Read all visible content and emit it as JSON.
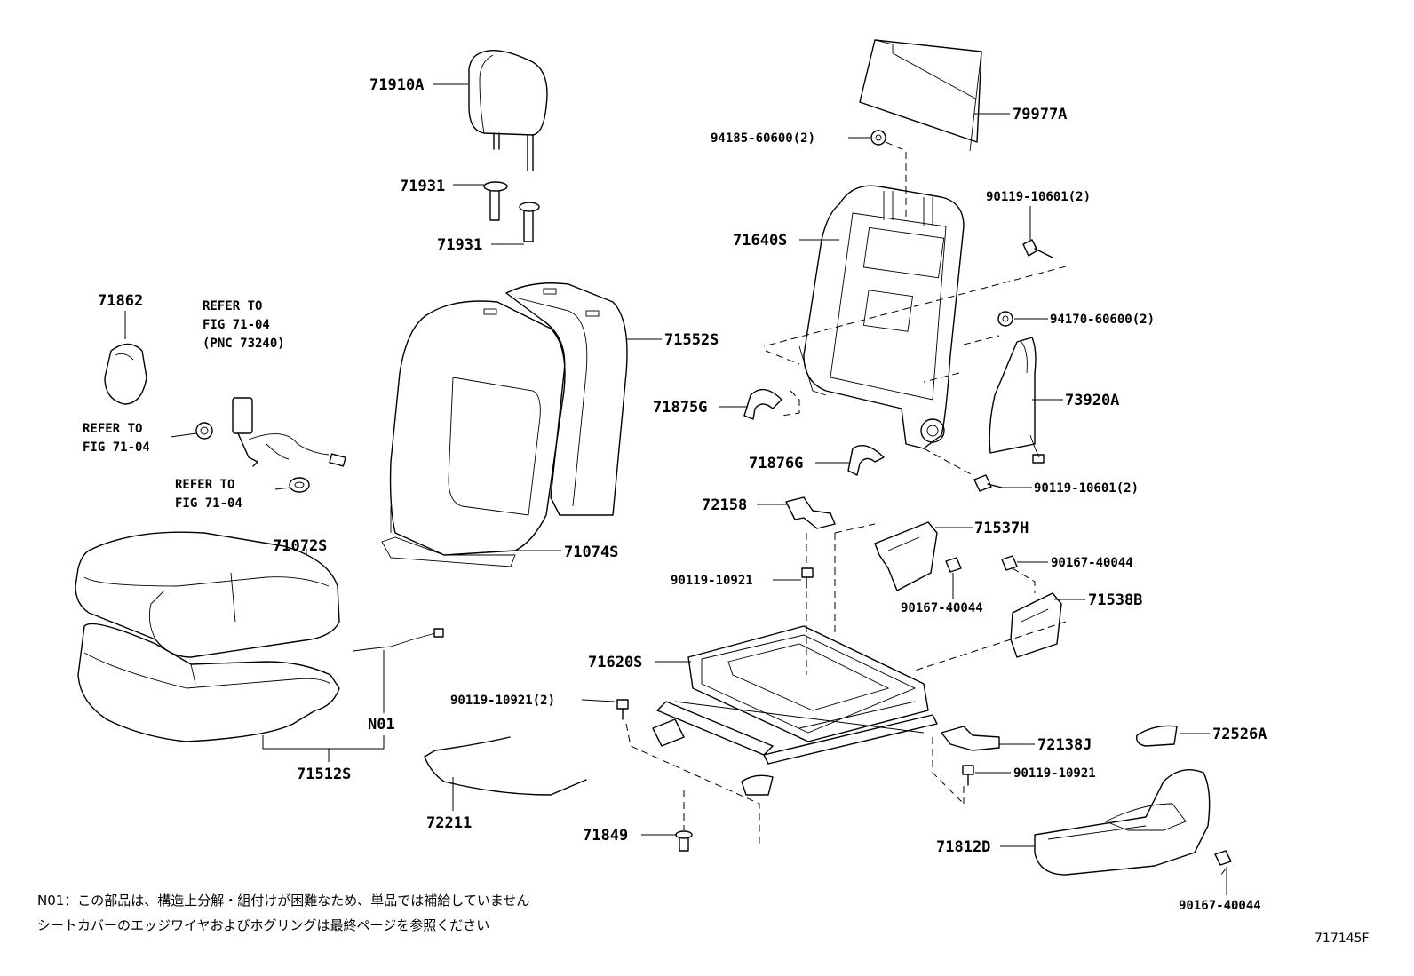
{
  "callouts": {
    "c71910A": "71910A",
    "c79977A": "79977A",
    "c94185": "94185-60600(2)",
    "c90119a": "90119-10601(2)",
    "c71931a": "71931",
    "c71931b": "71931",
    "c71640S": "71640S",
    "c94170": "94170-60600(2)",
    "c71862": "71862",
    "c_refer1_l1": "REFER TO",
    "c_refer1_l2": "FIG 71-04",
    "c_refer1_l3": "(PNC 73240)",
    "c71552S": "71552S",
    "c73920A": "73920A",
    "c71875G": "71875G",
    "c_refer2_l1": "REFER TO",
    "c_refer2_l2": "FIG 71-04",
    "c_refer3_l1": "REFER TO",
    "c_refer3_l2": "FIG 71-04",
    "c71876G": "71876G",
    "c90119b": "90119-10601(2)",
    "c72158": "72158",
    "c71537H": "71537H",
    "c71072S": "71072S",
    "c71074S": "71074S",
    "c90167a": "90167-40044",
    "c90119c": "90119-10921",
    "c90167b": "90167-40044",
    "c71538B": "71538B",
    "c71620S": "71620S",
    "c90119d": "90119-10921(2)",
    "cN01": "N01",
    "c72526A": "72526A",
    "c72138J": "72138J",
    "c71512S": "71512S",
    "c90119e": "90119-10921",
    "c72211": "72211",
    "c71849": "71849",
    "c71812D": "71812D",
    "c90167c": "90167-40044"
  },
  "notes": {
    "line1": "N01：この部品は、構造上分解・組付けが困難なため、単品では補給していません",
    "line2": "シートカバーのエッジワイヤおよびホグリングは最終ページを参照ください"
  },
  "figure_id": "717145F"
}
